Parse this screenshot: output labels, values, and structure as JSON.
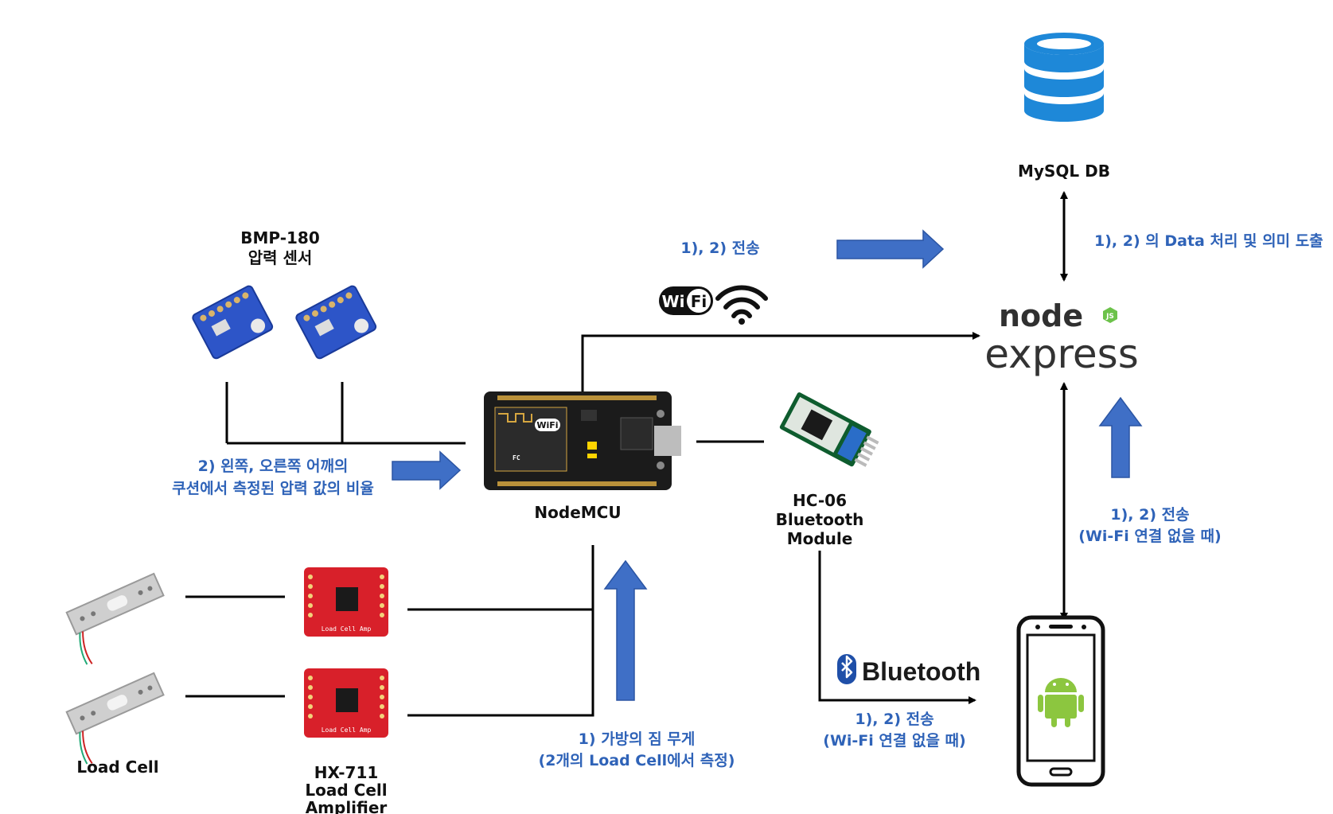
{
  "labels": {
    "mysql": "MySQL DB",
    "bmp_title": "BMP-180",
    "bmp_subtitle": "압력 센서",
    "nodemcu": "NodeMCU",
    "hc06_line1": "HC-06",
    "hc06_line2": "Bluetooth",
    "hc06_line3": "Module",
    "load_cell": "Load Cell",
    "hx_line1": "HX-711",
    "hx_line2": "Load Cell",
    "hx_line3": "Amplifier"
  },
  "annotations": {
    "wifi_send": "1), 2) 전송",
    "db_process": "1), 2) 의 Data 처리 및 의미 도출",
    "shoulder_line1": "2) 왼쪽, 오른쪽 어깨의",
    "shoulder_line2": "쿠션에서 측정된 압력 값의 비율",
    "phone_send_line1": "1), 2) 전송",
    "phone_send_line2": "(Wi-Fi 연결 없을 때)",
    "weight_line1": "1) 가방의 짐 무게",
    "weight_line2": "(2개의 Load Cell에서 측정)",
    "bt_send_line1": "1), 2) 전송",
    "bt_send_line2": "(Wi-Fi 연결 없을 때)"
  },
  "logos": {
    "wifi_badge": "WiFi",
    "node": "node",
    "node_js": "JS",
    "express": "express",
    "bluetooth": "Bluetooth",
    "amp_board": "Load Cell Amp"
  },
  "colors": {
    "annotation": "#2f63b8",
    "arrow_fill": "#3f6fc6",
    "db_blue": "#1e88d8",
    "android_green": "#8cc63f",
    "node_green": "#6cc24a",
    "sensor_blue": "#2d55c8",
    "amp_red": "#d8202a"
  },
  "icons": [
    "database-icon",
    "wifi-icon",
    "android-icon",
    "bluetooth-icon",
    "node-hexagon-icon"
  ]
}
